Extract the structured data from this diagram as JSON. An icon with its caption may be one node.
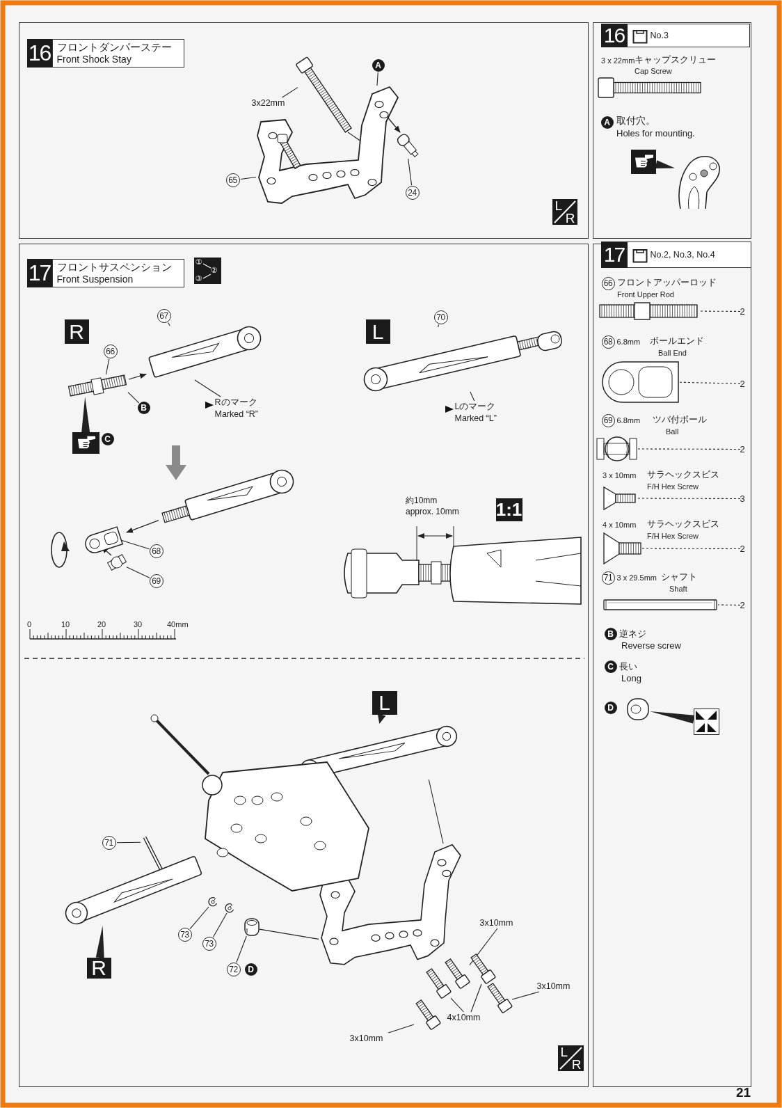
{
  "diagram": {
    "nodes": [
      {
        "text": [],
        "shape": "box"
      },
      {
        "text": [
          "16",
          "フロントダンパーステー",
          "Front Shock Stay"
        ],
        "in": 0
      },
      {
        "text": [
          "3x22mm"
        ],
        "in": 0
      },
      {
        "text": [
          "A"
        ],
        "in": 0
      },
      {
        "text": [
          "65"
        ],
        "in": 0
      },
      {
        "text": [
          "24"
        ],
        "in": 0
      },
      {
        "text": [
          "L",
          "R"
        ],
        "in": 0
      },
      {
        "text": [],
        "shape": "box"
      },
      {
        "text": [
          "16",
          "No.3"
        ],
        "in": 7
      },
      {
        "text": [
          "A"
        ],
        "in": 7
      },
      {
        "text": [],
        "shape": "picture",
        "in": 7
      },
      {
        "text": [],
        "shape": "box"
      },
      {
        "text": [
          "17",
          "フロントサスペンション",
          "Front Suspension"
        ],
        "in": 11
      },
      {
        "text": [
          "①",
          "②",
          "③"
        ],
        "in": 11
      },
      {
        "text": [
          "R"
        ],
        "in": 11
      },
      {
        "text": [
          "67"
        ],
        "in": 11
      },
      {
        "text": [
          "66"
        ],
        "in": 11
      },
      {
        "text": [
          "B"
        ],
        "in": 11
      },
      {
        "text": [],
        "shape": "picture",
        "in": 11
      },
      {
        "text": [
          "C"
        ],
        "in": 11
      },
      {
        "text": [
          "Rのマーク",
          "Marked “R”"
        ],
        "in": 11
      },
      {
        "text": [
          "L"
        ],
        "in": 11
      },
      {
        "text": [
          "70"
        ],
        "in": 11
      },
      {
        "text": [
          "Lのマーク",
          "Marked “L”"
        ],
        "in": 11
      },
      {
        "text": [
          "68"
        ],
        "in": 11
      },
      {
        "text": [
          "69"
        ],
        "in": 11
      },
      {
        "text": [
          "1:1"
        ],
        "in": 11
      },
      {
        "text": [
          "L"
        ],
        "in": 11
      },
      {
        "text": [
          "71"
        ],
        "in": 11
      },
      {
        "text": [
          "73"
        ],
        "in": 11
      },
      {
        "text": [
          "73"
        ],
        "in": 11
      },
      {
        "text": [
          "72"
        ],
        "in": 11
      },
      {
        "text": [
          "D"
        ],
        "in": 11
      },
      {
        "text": [
          "R"
        ],
        "in": 11
      },
      {
        "text": [
          "3x10mm"
        ],
        "in": 11
      },
      {
        "text": [
          "3x10mm"
        ],
        "in": 11
      },
      {
        "text": [
          "4x10mm"
        ],
        "in": 11
      },
      {
        "text": [
          "3x10mm"
        ],
        "in": 11
      },
      {
        "text": [
          "L",
          "R"
        ],
        "in": 11
      },
      {
        "text": [],
        "shape": "box"
      },
      {
        "text": [
          "17",
          "No.2, No.3, No.4"
        ],
        "in": 39
      },
      {
        "text": [
          "66"
        ],
        "in": 39
      },
      {
        "text": [
          "68"
        ],
        "in": 39,
        "beside": [
          "6.8mm"
        ]
      },
      {
        "text": [
          "69"
        ],
        "in": 39,
        "beside": [
          "6.8mm"
        ]
      },
      {
        "text": [
          "71"
        ],
        "in": 39,
        "beside": [
          "3 x 29.5mm"
        ]
      },
      {
        "text": [
          "B"
        ],
        "in": 39
      },
      {
        "text": [
          "C"
        ],
        "in": 39
      },
      {
        "text": [
          "D"
        ],
        "in": 39
      },
      {
        "text": [],
        "shape": "picture",
        "in": 39
      },
      {
        "text": [
          "2"
        ],
        "in": 39
      },
      {
        "text": [
          "2"
        ],
        "in": 39
      },
      {
        "text": [
          "2"
        ],
        "in": 39
      },
      {
        "text": [
          "3"
        ],
        "in": 39
      },
      {
        "text": [
          "2"
        ],
        "in": 39
      },
      {
        "text": [
          "2"
        ],
        "in": 39
      },
      {
        "text": [],
        "shape": "picture",
        "in": 0
      },
      {
        "text": [],
        "shape": "picture",
        "in": 0
      },
      {
        "text": [],
        "shape": "picture",
        "in": 0
      },
      {
        "text": [],
        "shape": "picture",
        "in": 7
      },
      {
        "text": [],
        "shape": "picture",
        "in": 11
      },
      {
        "text": [],
        "shape": "picture",
        "in": 11
      },
      {
        "text": [],
        "shape": "picture",
        "in": 11
      },
      {
        "text": [],
        "shape": "picture",
        "in": 11
      },
      {
        "text": [],
        "shape": "picture",
        "in": 11
      },
      {
        "text": [],
        "shape": "picture",
        "in": 11
      },
      {
        "text": [],
        "shape": "picture",
        "in": 11
      },
      {
        "text": [],
        "shape": "picture",
        "in": 11
      },
      {
        "text": [],
        "shape": "picture",
        "in": 11
      },
      {
        "text": [],
        "shape": "picture",
        "in": 11
      },
      {
        "text": [],
        "shape": "picture",
        "in": 11
      },
      {
        "text": [],
        "shape": "picture",
        "in": 11
      },
      {
        "text": [],
        "shape": "picture",
        "in": 11
      },
      {
        "text": [],
        "shape": "picture",
        "in": 11
      },
      {
        "text": [],
        "shape": "picture",
        "in": 11
      },
      {
        "text": [],
        "shape": "picture",
        "in": 11
      },
      {
        "text": [],
        "shape": "picture",
        "in": 39
      },
      {
        "text": [],
        "shape": "picture",
        "in": 39
      },
      {
        "text": [],
        "shape": "picture",
        "in": 39
      },
      {
        "text": [],
        "shape": "picture",
        "in": 39
      },
      {
        "text": [],
        "shape": "picture",
        "in": 39
      },
      {
        "text": [],
        "shape": "picture",
        "in": 39
      },
      {
        "text": [],
        "shape": "picture",
        "in": 39
      },
      {
        "text": [],
        "shape": "picture",
        "in": 11
      },
      {
        "text": [],
        "shape": "picture",
        "in": 11
      },
      {
        "text": [],
        "shape": "picture",
        "in": 11
      }
    ],
    "edges": [
      {
        "from": 2,
        "to": 55,
        "arrow": "none"
      },
      {
        "from": 3,
        "to": 56,
        "arrow": "none"
      },
      {
        "from": 4,
        "to": 56,
        "arrow": "none"
      },
      {
        "from": 5,
        "to": 57,
        "arrow": "none"
      },
      {
        "from": 10,
        "to": 58,
        "arrow": "to",
        "style": "thick"
      },
      {
        "from": 15,
        "to": 59,
        "arrow": "none"
      },
      {
        "from": 16,
        "to": 60,
        "arrow": "none"
      },
      {
        "from": 17,
        "to": 60,
        "arrow": "none"
      },
      {
        "from": 18,
        "to": 60,
        "arrow": "to",
        "style": "thick"
      },
      {
        "from": 20,
        "to": 59,
        "arrow": "none"
      },
      {
        "from": 22,
        "to": 61,
        "arrow": "none"
      },
      {
        "from": 23,
        "to": 61,
        "arrow": "none"
      },
      {
        "from": 24,
        "to": 62,
        "arrow": "none"
      },
      {
        "from": 25,
        "to": 63,
        "arrow": "none"
      },
      {
        "from": 27,
        "to": 64,
        "arrow": "to",
        "style": "thick"
      },
      {
        "from": 28,
        "to": 65,
        "arrow": "none"
      },
      {
        "from": 29,
        "to": 66,
        "arrow": "none"
      },
      {
        "from": 30,
        "to": 67,
        "arrow": "none"
      },
      {
        "from": 31,
        "to": 68,
        "arrow": "none"
      },
      {
        "from": 33,
        "to": 69,
        "arrow": "to",
        "style": "thick"
      },
      {
        "from": 34,
        "to": 72,
        "arrow": "none"
      },
      {
        "from": 35,
        "to": 74,
        "arrow": "none"
      },
      {
        "from": 36,
        "to": 71,
        "arrow": "none"
      },
      {
        "from": 36,
        "to": 73,
        "arrow": "none"
      },
      {
        "from": 37,
        "to": 70,
        "arrow": "none"
      },
      {
        "from": 48,
        "to": 75,
        "arrow": "to",
        "style": "thick"
      },
      {
        "from": 49,
        "to": 76,
        "arrow": "none",
        "style": "dashed"
      },
      {
        "from": 50,
        "to": 77,
        "arrow": "none",
        "style": "dashed"
      },
      {
        "from": 51,
        "to": 78,
        "arrow": "none",
        "style": "dashed"
      },
      {
        "from": 52,
        "to": 79,
        "arrow": "none",
        "style": "dashed"
      },
      {
        "from": 53,
        "to": 80,
        "arrow": "none",
        "style": "dashed"
      },
      {
        "from": 54,
        "to": 81,
        "arrow": "none",
        "style": "dashed"
      },
      {
        "from": 55,
        "to": 56,
        "arrow": "none"
      },
      {
        "from": 56,
        "to": 57,
        "arrow": "to"
      },
      {
        "from": 60,
        "to": 59,
        "arrow": "to"
      },
      {
        "from": 82,
        "to": 62,
        "arrow": "to"
      },
      {
        "from": 63,
        "to": 62,
        "arrow": "to"
      },
      {
        "from": 64,
        "to": 83,
        "arrow": "none"
      },
      {
        "from": 68,
        "to": 83,
        "arrow": "none"
      }
    ],
    "labels": [
      "3 x 22mm",
      "キャップスクリュー",
      "Cap Screw",
      "取付穴。",
      "Holes for mounting.",
      "約10mm",
      "approx. 10mm",
      "0",
      "10",
      "20",
      "30",
      "40mm",
      "フロントアッパーロッド",
      "Front Upper Rod",
      "ボールエンド",
      "Ball End",
      "ツバ付ボール",
      "Ball",
      "3 x 10mm",
      "サラヘックスビス",
      "F/H Hex Screw",
      "4 x 10mm",
      "サラヘックスビス",
      "F/H Hex Screw",
      "シャフト",
      "Shaft",
      "逆ネジ",
      "Reverse screw",
      "長い",
      "Long",
      "21"
    ]
  }
}
